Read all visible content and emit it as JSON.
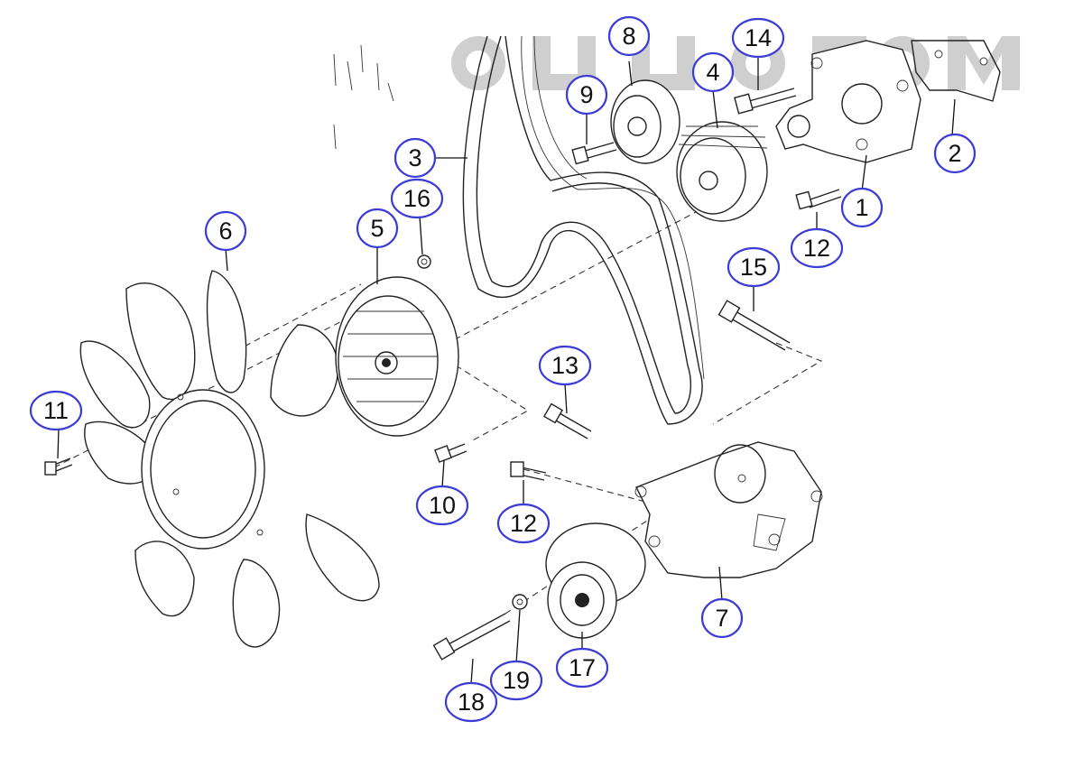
{
  "watermark": {
    "color": "#cfcfcf"
  },
  "callout_color": "#3b3bd6",
  "callouts": [
    {
      "id": "c1",
      "label": "1"
    },
    {
      "id": "c2",
      "label": "2"
    },
    {
      "id": "c3",
      "label": "3"
    },
    {
      "id": "c4",
      "label": "4"
    },
    {
      "id": "c5",
      "label": "5"
    },
    {
      "id": "c6",
      "label": "6"
    },
    {
      "id": "c7",
      "label": "7"
    },
    {
      "id": "c8",
      "label": "8"
    },
    {
      "id": "c9",
      "label": "9"
    },
    {
      "id": "c10",
      "label": "10"
    },
    {
      "id": "c11",
      "label": "11"
    },
    {
      "id": "c12a",
      "label": "12"
    },
    {
      "id": "c12b",
      "label": "12"
    },
    {
      "id": "c13",
      "label": "13"
    },
    {
      "id": "c14",
      "label": "14"
    },
    {
      "id": "c15",
      "label": "15"
    },
    {
      "id": "c16",
      "label": "16"
    },
    {
      "id": "c17",
      "label": "17"
    },
    {
      "id": "c18",
      "label": "18"
    },
    {
      "id": "c19",
      "label": "19"
    }
  ]
}
